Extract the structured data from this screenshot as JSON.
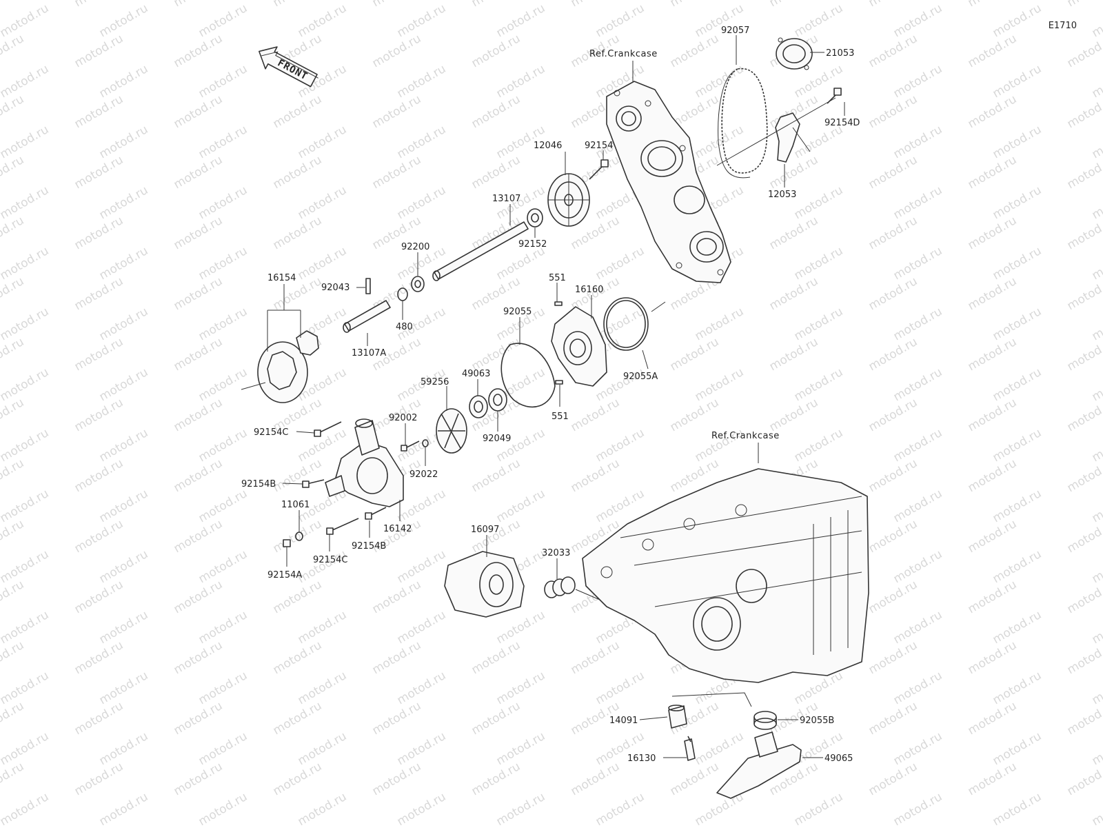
{
  "diagram_code": "E1710",
  "watermark": "motod.ru",
  "front_label": "FRONT",
  "ref_labels": [
    {
      "id": "ref-crankcase-top",
      "text": "Ref.Crankcase"
    },
    {
      "id": "ref-crankcase-bottom",
      "text": "Ref.Crankcase"
    }
  ],
  "part_numbers": [
    {
      "id": "p92057",
      "text": "92057"
    },
    {
      "id": "p21053",
      "text": "21053"
    },
    {
      "id": "p92154D",
      "text": "92154D"
    },
    {
      "id": "p12053",
      "text": "12053"
    },
    {
      "id": "p12046",
      "text": "12046"
    },
    {
      "id": "p92154",
      "text": "92154"
    },
    {
      "id": "p13107",
      "text": "13107"
    },
    {
      "id": "p92152",
      "text": "92152"
    },
    {
      "id": "p92200",
      "text": "92200"
    },
    {
      "id": "p16154",
      "text": "16154"
    },
    {
      "id": "p92043",
      "text": "92043"
    },
    {
      "id": "p480",
      "text": "480"
    },
    {
      "id": "p13107A",
      "text": "13107A"
    },
    {
      "id": "p551a",
      "text": "551"
    },
    {
      "id": "p16160",
      "text": "16160"
    },
    {
      "id": "p92055",
      "text": "92055"
    },
    {
      "id": "p92055A",
      "text": "92055A"
    },
    {
      "id": "p49063",
      "text": "49063"
    },
    {
      "id": "p59256",
      "text": "59256"
    },
    {
      "id": "p551b",
      "text": "551"
    },
    {
      "id": "p92049",
      "text": "92049"
    },
    {
      "id": "p92002",
      "text": "92002"
    },
    {
      "id": "p92022",
      "text": "92022"
    },
    {
      "id": "p92154C1",
      "text": "92154C"
    },
    {
      "id": "p92154B1",
      "text": "92154B"
    },
    {
      "id": "p11061",
      "text": "11061"
    },
    {
      "id": "p16142",
      "text": "16142"
    },
    {
      "id": "p92154B2",
      "text": "92154B"
    },
    {
      "id": "p92154C2",
      "text": "92154C"
    },
    {
      "id": "p92154A",
      "text": "92154A"
    },
    {
      "id": "p16097",
      "text": "16097"
    },
    {
      "id": "p32033",
      "text": "32033"
    },
    {
      "id": "p14091",
      "text": "14091"
    },
    {
      "id": "p92055B",
      "text": "92055B"
    },
    {
      "id": "p16130",
      "text": "16130"
    },
    {
      "id": "p49065",
      "text": "49065"
    }
  ]
}
